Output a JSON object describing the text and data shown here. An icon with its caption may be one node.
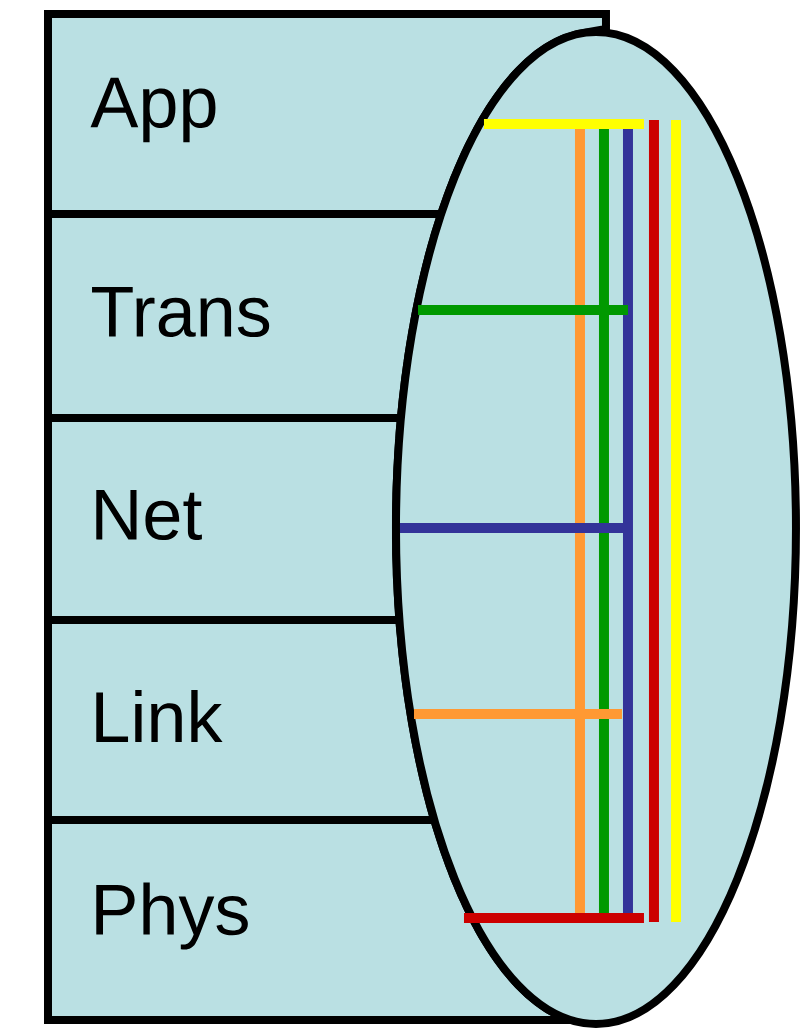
{
  "diagram": {
    "nodes": [
      {
        "text": [
          "App"
        ]
      },
      {
        "text": [
          "Trans"
        ]
      },
      {
        "text": [
          "Net"
        ]
      },
      {
        "text": [
          "Link"
        ]
      },
      {
        "text": [
          "Phys"
        ]
      },
      {
        "text": [],
        "shape": "ellipse"
      }
    ]
  }
}
